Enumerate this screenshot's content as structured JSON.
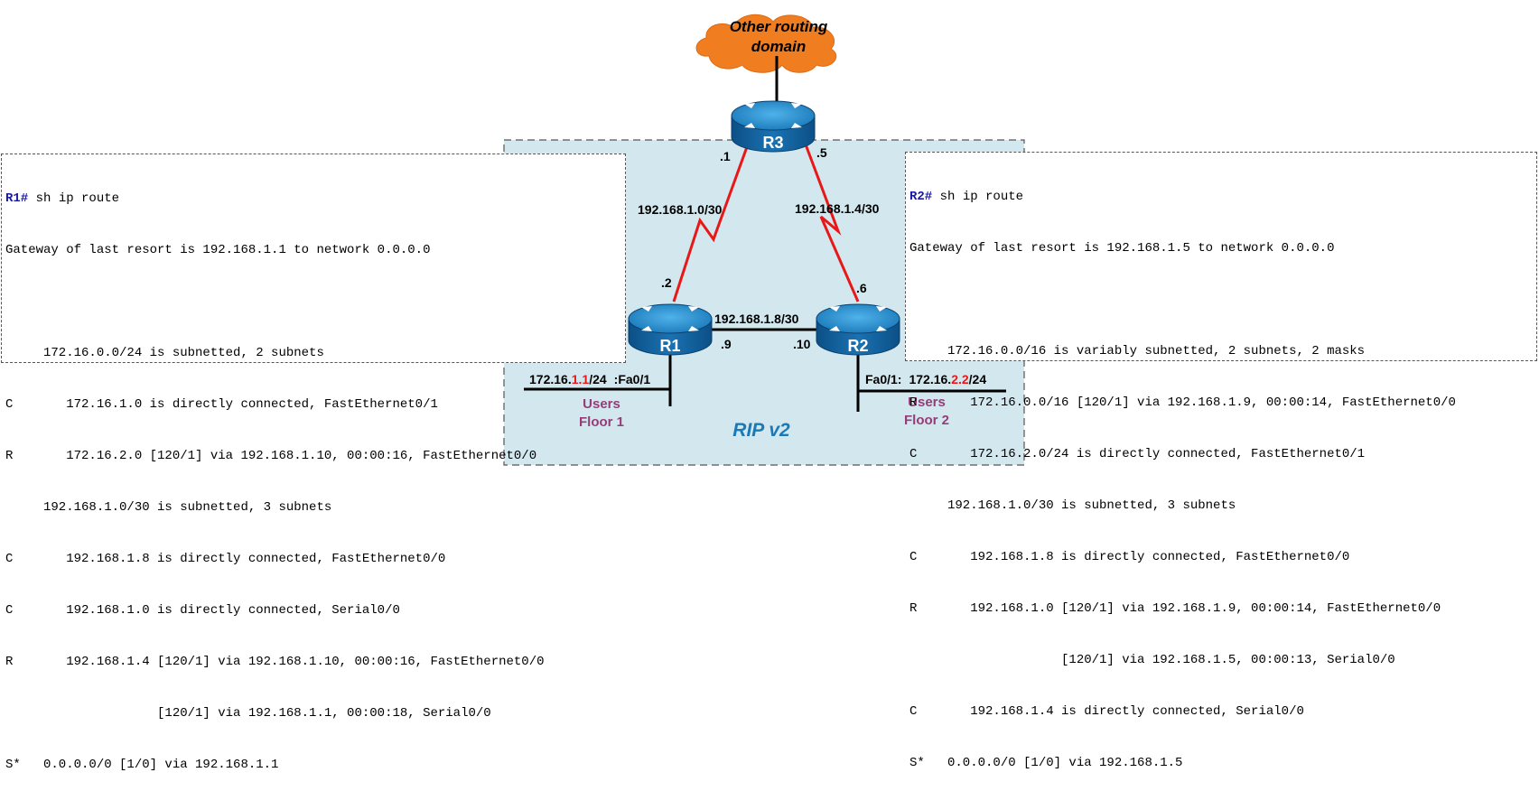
{
  "cloud": {
    "line1": "Other routing",
    "line2": "domain"
  },
  "routers": {
    "r1": "R1",
    "r2": "R2",
    "r3": "R3"
  },
  "links": {
    "r3_r1": {
      "subnet": "192.168.1.0/30",
      "r3_end": ".1",
      "r1_end": ".2"
    },
    "r3_r2": {
      "subnet": "192.168.1.4/30",
      "r3_end": ".5",
      "r2_end": ".6"
    },
    "r1_r2": {
      "subnet": "192.168.1.8/30",
      "r1_end": ".9",
      "r2_end": ".10"
    }
  },
  "lans": {
    "r1": {
      "prefix": "172.16.",
      "host": "1.1",
      "mask": "/24",
      "iface": ":Fa0/1",
      "users_line1": "Users",
      "users_line2": "Floor 1"
    },
    "r2": {
      "iface": "Fa0/1:",
      "prefix": "172.16.",
      "host": "2.2",
      "mask": "/24",
      "users_line1": "Users",
      "users_line2": "Floor 2"
    }
  },
  "protocol_label": "RIP v2",
  "r1_terminal": {
    "prompt": "R1#",
    "command": " sh ip route",
    "lines": [
      "Gateway of last resort is 192.168.1.1 to network 0.0.0.0",
      "",
      "     172.16.0.0/24 is subnetted, 2 subnets",
      "C       172.16.1.0 is directly connected, FastEthernet0/1",
      "R       172.16.2.0 [120/1] via 192.168.1.10, 00:00:16, FastEthernet0/0",
      "     192.168.1.0/30 is subnetted, 3 subnets",
      "C       192.168.1.8 is directly connected, FastEthernet0/0",
      "C       192.168.1.0 is directly connected, Serial0/0",
      "R       192.168.1.4 [120/1] via 192.168.1.10, 00:00:16, FastEthernet0/0",
      "                    [120/1] via 192.168.1.1, 00:00:18, Serial0/0",
      "S*   0.0.0.0/0 [1/0] via 192.168.1.1"
    ]
  },
  "r2_terminal": {
    "prompt": "R2#",
    "command": " sh ip route",
    "lines": [
      "Gateway of last resort is 192.168.1.5 to network 0.0.0.0",
      "",
      "     172.16.0.0/16 is variably subnetted, 2 subnets, 2 masks",
      "R       172.16.0.0/16 [120/1] via 192.168.1.9, 00:00:14, FastEthernet0/0",
      "C       172.16.2.0/24 is directly connected, FastEthernet0/1",
      "     192.168.1.0/30 is subnetted, 3 subnets",
      "C       192.168.1.8 is directly connected, FastEthernet0/0",
      "R       192.168.1.0 [120/1] via 192.168.1.9, 00:00:14, FastEthernet0/0",
      "                    [120/1] via 192.168.1.5, 00:00:13, Serial0/0",
      "C       192.168.1.4 is directly connected, Serial0/0",
      "S*   0.0.0.0/0 [1/0] via 192.168.1.5"
    ]
  },
  "colors": {
    "router_body": "#1470b0",
    "router_top": "#2a8fd0",
    "serial_link": "#e81818",
    "rip_area": "#d2e8ee",
    "cloud": "#f07d20",
    "highlight": "#e81818",
    "users_text": "#963c78",
    "protocol_text": "#1a7ab8",
    "prompt": "#1a1aa6"
  }
}
